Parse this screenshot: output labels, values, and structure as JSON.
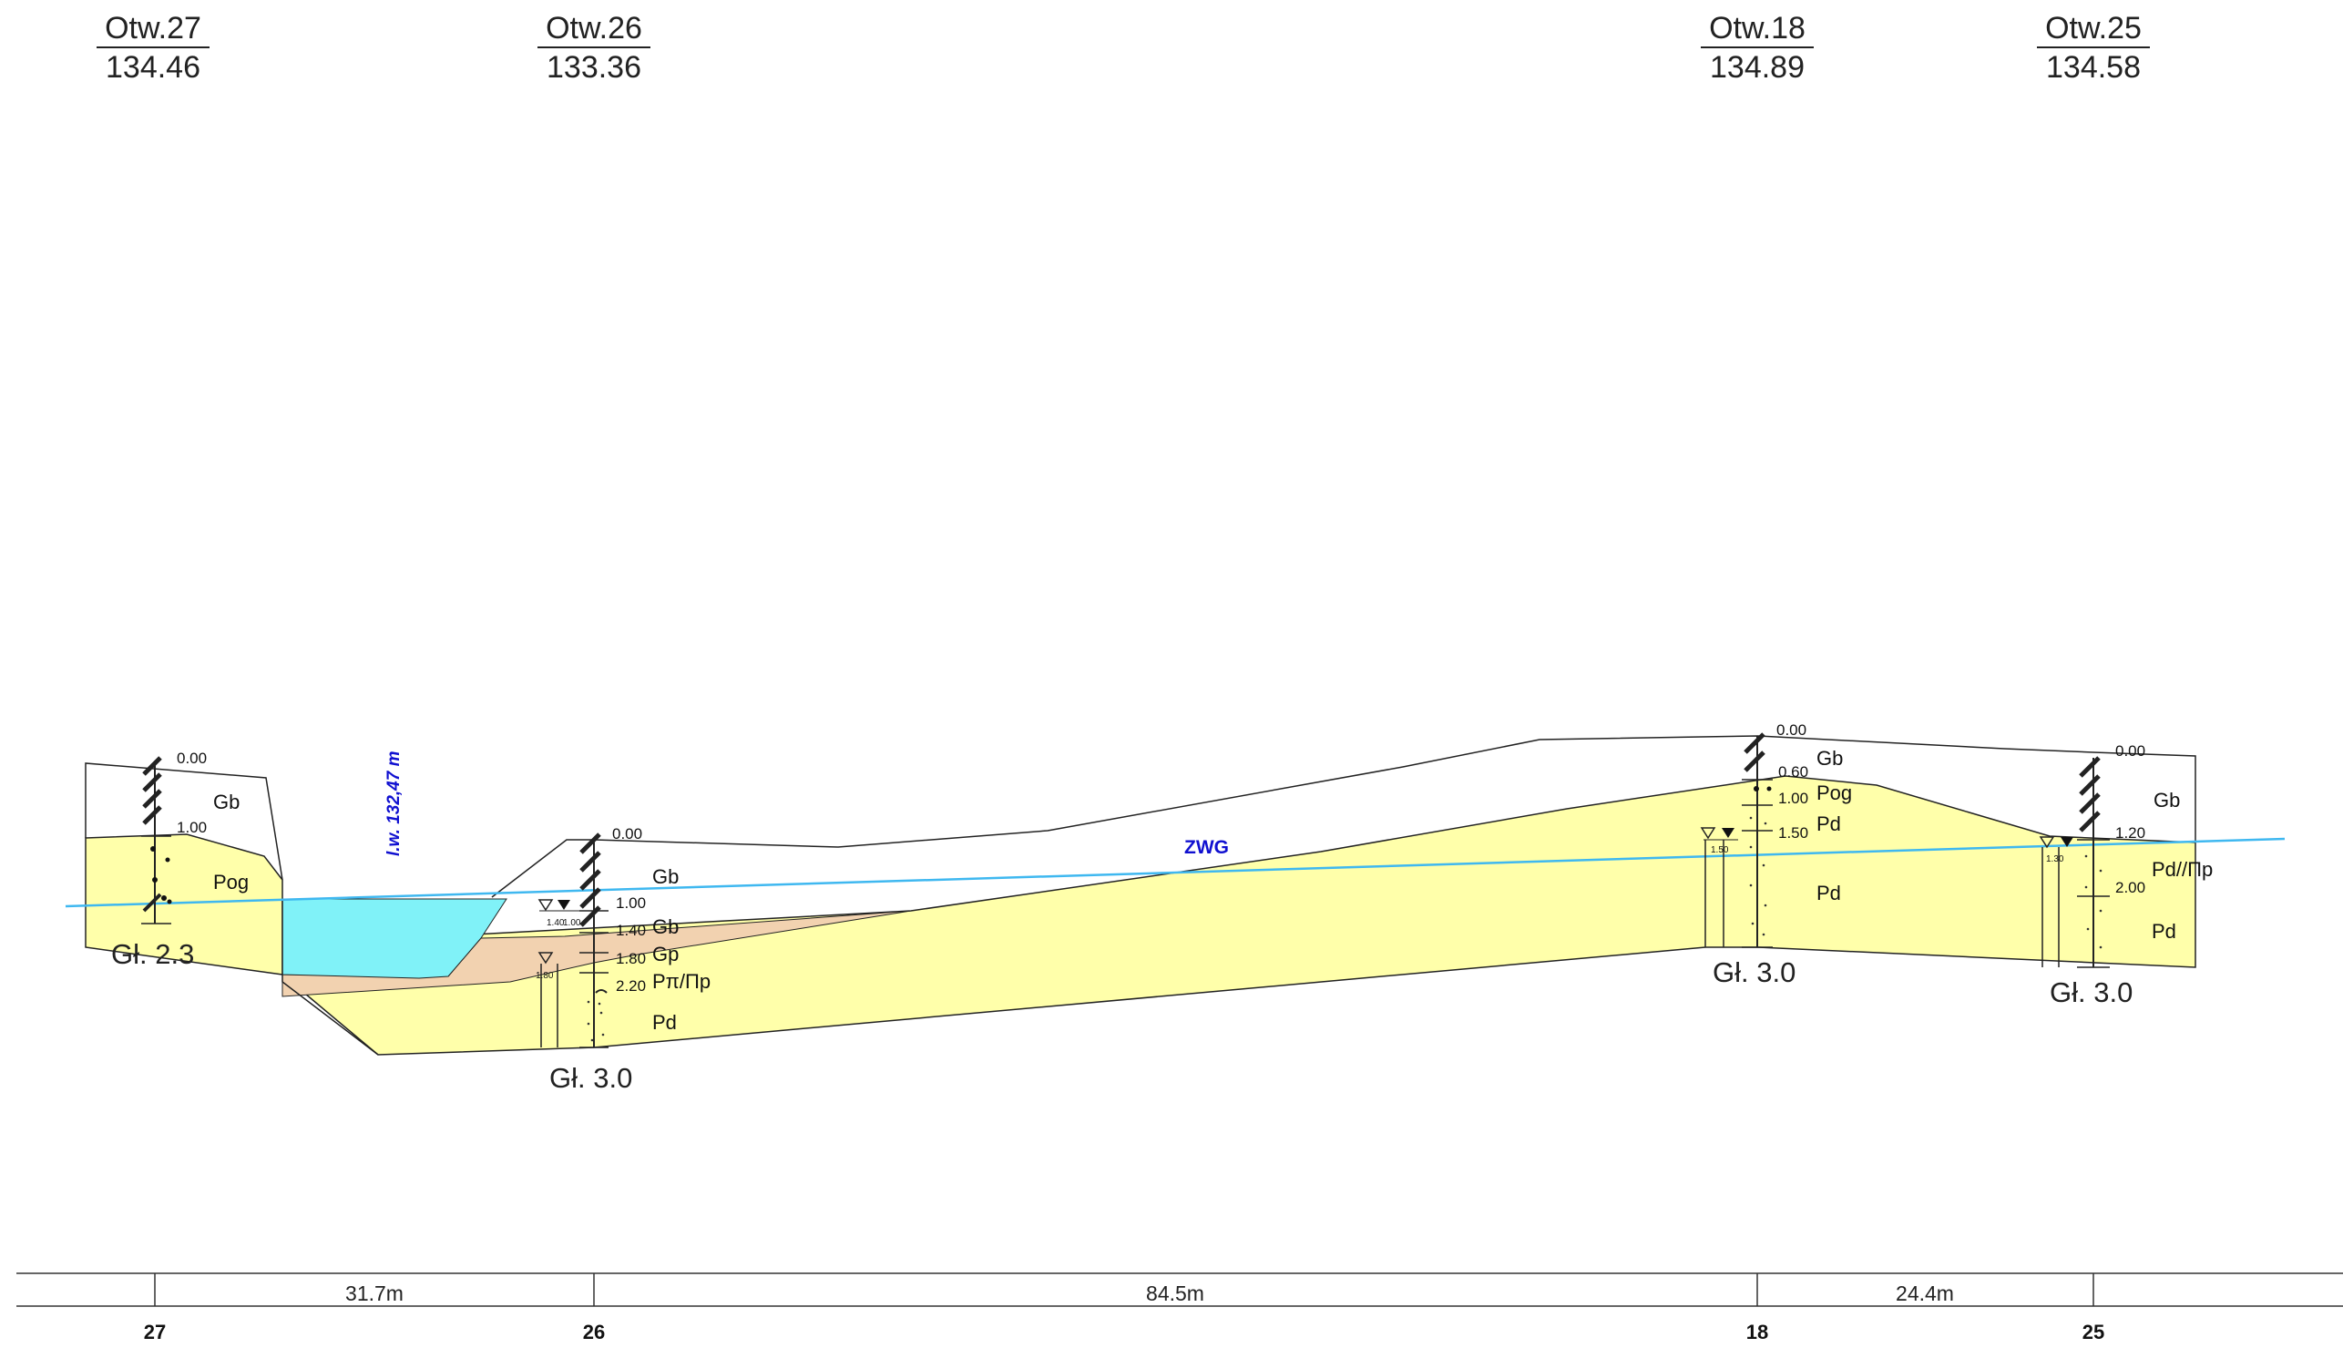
{
  "boreholes": [
    {
      "name": "Otw.27",
      "elevation": "134.46",
      "depth_label": "Gł. 2.3",
      "station": "27",
      "layers": [
        {
          "depth": "0.00",
          "code": "Gb"
        },
        {
          "depth": "1.00",
          "code": "Pog"
        }
      ]
    },
    {
      "name": "Otw.26",
      "elevation": "133.36",
      "depth_label": "Gł. 3.0",
      "station": "26",
      "water_marks": [
        "1.40",
        "1.00",
        "1.80"
      ],
      "layers": [
        {
          "depth": "0.00",
          "code": "Gb"
        },
        {
          "depth": "1.00",
          "code": ""
        },
        {
          "depth": "1.40",
          "code": "Gb"
        },
        {
          "depth": "1.80",
          "code": "Gp"
        },
        {
          "depth": "2.20",
          "code": "Pπ/Πp"
        },
        {
          "depth": "",
          "code": "Pd"
        }
      ]
    },
    {
      "name": "Otw.18",
      "elevation": "134.89",
      "depth_label": "Gł. 3.0",
      "station": "18",
      "water_marks": [
        "1.50"
      ],
      "layers": [
        {
          "depth": "0.00",
          "code": ""
        },
        {
          "depth": "0.60",
          "code": "Gb"
        },
        {
          "depth": "1.00",
          "code": "Pog"
        },
        {
          "depth": "1.50",
          "code": "Pd"
        },
        {
          "depth": "",
          "code": "Pd"
        }
      ]
    },
    {
      "name": "Otw.25",
      "elevation": "134.58",
      "depth_label": "Gł. 3.0",
      "station": "25",
      "water_marks": [
        "1.30"
      ],
      "layers": [
        {
          "depth": "0.00",
          "code": "Gb"
        },
        {
          "depth": "1.20",
          "code": ""
        },
        {
          "depth": "2.00",
          "code": "Pd//Πp"
        },
        {
          "depth": "",
          "code": "Pd"
        }
      ]
    }
  ],
  "water_level_label": "l.w. 132,47 m",
  "groundwater_label": "ZWG",
  "distances": [
    "31.7m",
    "84.5m",
    "24.4m"
  ],
  "colors": {
    "sand": "#ffffaa",
    "clay": "#f2d2b0",
    "water": "#80f2f8",
    "groundwater_line": "#3fb8f0",
    "label_blue": "#1010d0"
  }
}
